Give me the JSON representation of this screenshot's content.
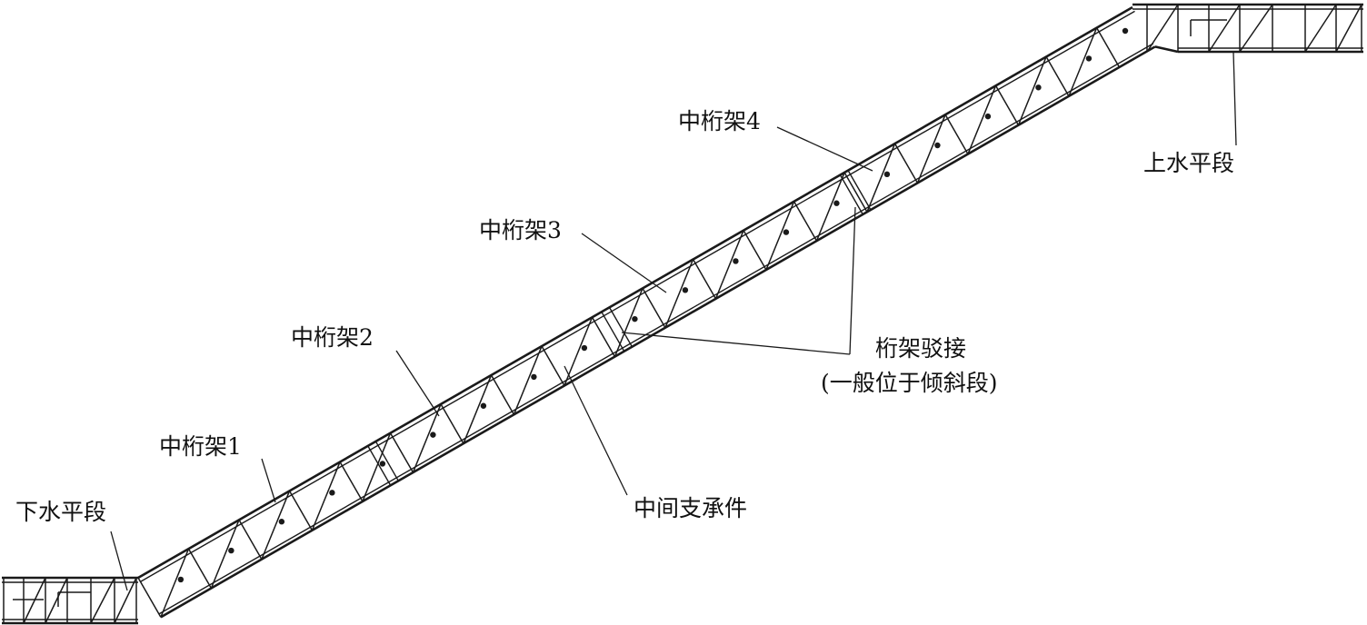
{
  "labels": {
    "lower_horizontal": "下水平段",
    "upper_horizontal": "上水平段",
    "truss1": "中桁架1",
    "truss2": "中桁架2",
    "truss3": "中桁架3",
    "truss4": "中桁架4",
    "splice_line1": "桁架驳接",
    "splice_line2": "(一般位于倾斜段)",
    "support": "中间支承件"
  },
  "colors": {
    "line": "#1a1a1a",
    "background": "#ffffff"
  }
}
